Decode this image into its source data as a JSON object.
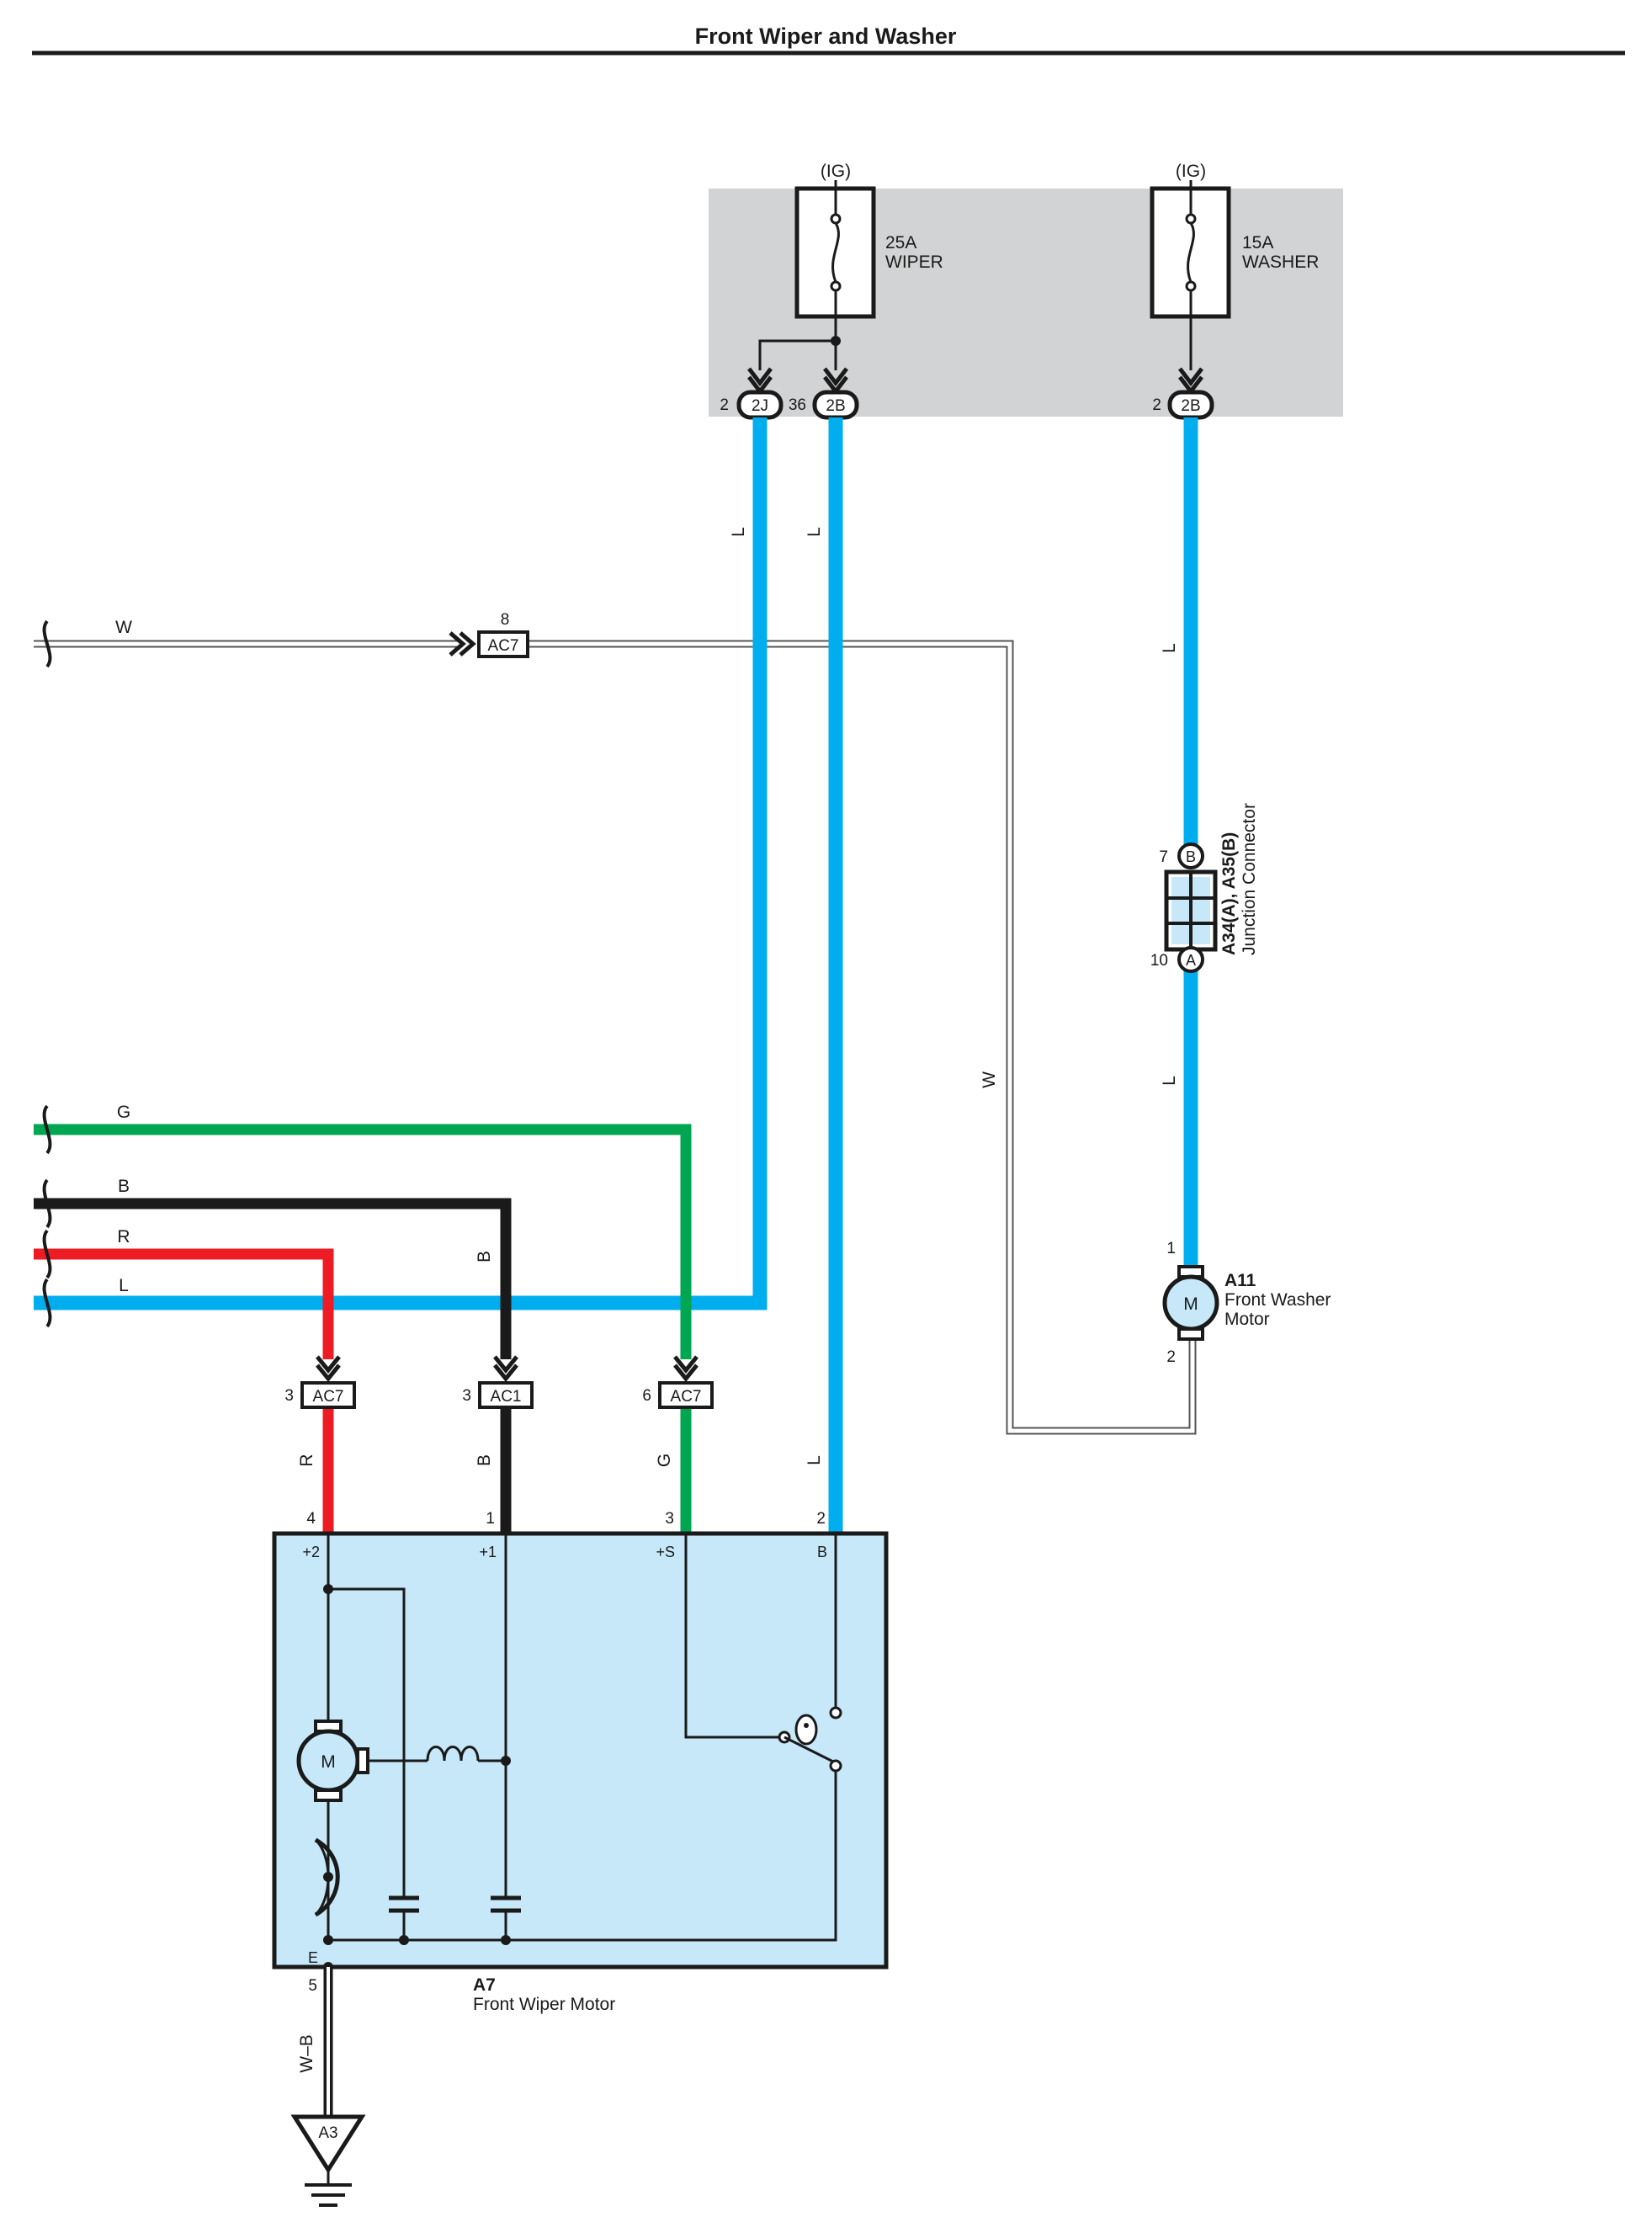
{
  "title": "Front Wiper and Washer",
  "colors": {
    "wire_L": "#00aeef",
    "wire_G": "#00a651",
    "wire_B": "#1a1a1a",
    "wire_R": "#ed1c24",
    "wire_W": "#ffffff",
    "junction_block_fill": "#d1d3d4",
    "component_fill": "#c6e8f8"
  },
  "fuses": [
    {
      "supply": "(IG)",
      "rating": "25A",
      "name": "WIPER"
    },
    {
      "supply": "(IG)",
      "rating": "15A",
      "name": "WASHER"
    }
  ],
  "block_connectors": [
    {
      "pin": "2",
      "id": "2J"
    },
    {
      "pin": "36",
      "id": "2B"
    },
    {
      "pin": "2",
      "id": "2B"
    }
  ],
  "wire_labels": {
    "L": "L",
    "W": "W",
    "G": "G",
    "B": "B",
    "R": "R",
    "WB": "W–B"
  },
  "inline_connectors": [
    {
      "pin": "8",
      "id": "AC7"
    },
    {
      "pin": "3",
      "id": "AC7"
    },
    {
      "pin": "3",
      "id": "AC1"
    },
    {
      "pin": "6",
      "id": "AC7"
    }
  ],
  "junction_connector": {
    "pin_top": "7",
    "letter_top": "B",
    "pin_bottom": "10",
    "letter_bottom": "A",
    "code_a": "A34(A), A35(B)",
    "name": "Junction Connector"
  },
  "washer_motor": {
    "code": "A11",
    "name_line1": "Front Washer",
    "name_line2": "Motor",
    "pin_in": "1",
    "pin_out": "2",
    "symbol": "M"
  },
  "wiper_motor": {
    "code": "A7",
    "name": "Front Wiper Motor",
    "symbol": "M",
    "pins": [
      "4",
      "1",
      "3",
      "2"
    ],
    "terminals": [
      "+2",
      "+1",
      "+S",
      "B"
    ],
    "ground_terminal": "E",
    "ground_pin": "5"
  },
  "ground": {
    "id": "A3"
  },
  "icons": [
    "fuse-icon",
    "motor-icon",
    "inductor-icon",
    "capacitor-icon",
    "circuit-breaker-icon",
    "cam-switch-icon",
    "ground-icon",
    "connector-arrow-icon"
  ]
}
